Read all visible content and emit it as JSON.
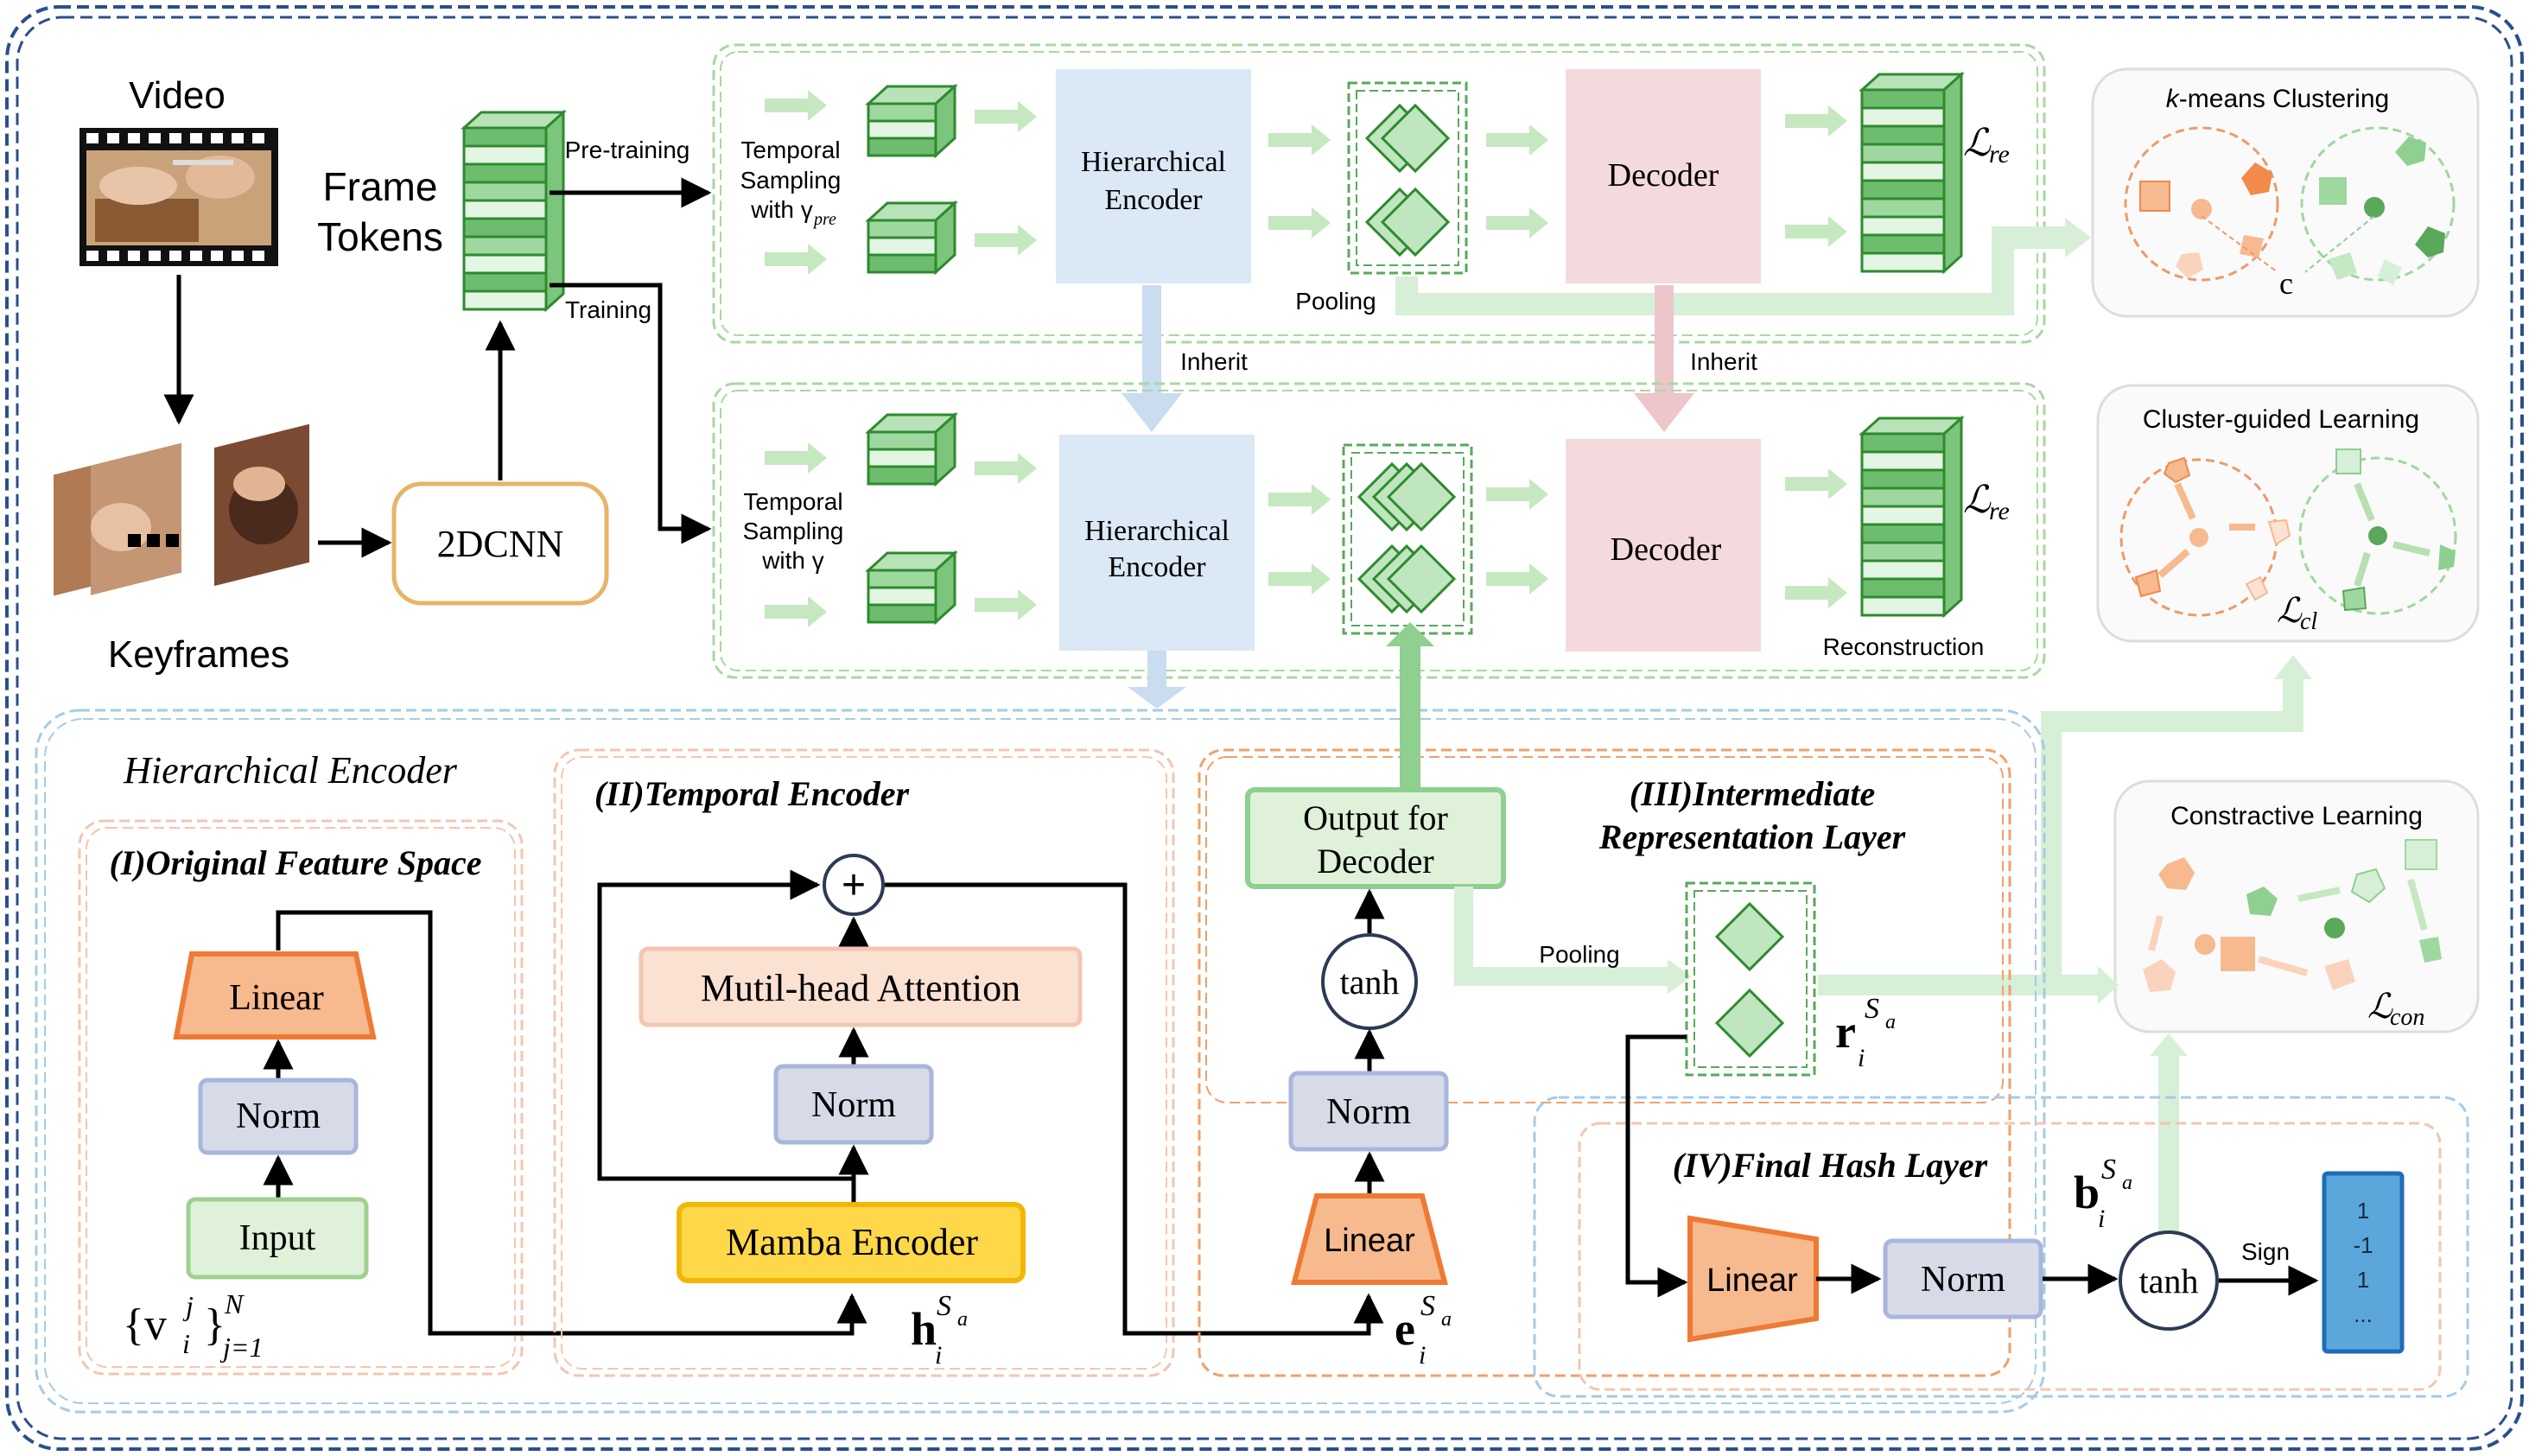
{
  "video": {
    "title": "Video",
    "keyframes_label": "Keyframes",
    "frame_tokens_line1": "Frame",
    "frame_tokens_line2": "Tokens"
  },
  "cnn": {
    "label": "2DCNN"
  },
  "arrows": {
    "pretraining": "Pre-training",
    "training": "Training",
    "inherit": "Inherit",
    "pooling": "Pooling",
    "sign": "Sign"
  },
  "pretrain_row": {
    "sampling_line1": "Temporal",
    "sampling_line2": "Sampling",
    "sampling_line3": "with γ",
    "sampling_sub": "pre",
    "encoder_line1": "Hierarchical",
    "encoder_line2": "Encoder",
    "decoder": "Decoder",
    "loss_symbol": "ℒ",
    "loss_sub": "re"
  },
  "train_row": {
    "sampling_line1": "Temporal",
    "sampling_line2": "Sampling",
    "sampling_line3": "with γ",
    "encoder_line1": "Hierarchical",
    "encoder_line2": "Encoder",
    "decoder": "Decoder",
    "reconstruction": "Reconstruction",
    "loss_symbol": "ℒ",
    "loss_sub": "re"
  },
  "right_panels": {
    "kmeans_italic": "k",
    "kmeans_rest": "-means Clustering",
    "centroid": "c",
    "cluster_guided": "Cluster-guided Learning",
    "cl_loss_sub": "cl",
    "contrastive": "Constractive Learning",
    "con_loss_sub": "con",
    "loss_symbol": "ℒ"
  },
  "hier_encoder": {
    "title": "Hierarchical Encoder",
    "section1": "(I)Original Feature Space",
    "section2": "(II)Temporal Encoder",
    "section3_line1": "(III)Intermediate",
    "section3_line2": "Representation Layer",
    "section4": "(IV)Final Hash Layer",
    "linear": "Linear",
    "norm": "Norm",
    "input": "Input",
    "plus": "+",
    "attention": "Mutil-head Attention",
    "mamba": "Mamba Encoder",
    "output_line1": "Output for",
    "output_line2": "Decoder",
    "tanh": "tanh"
  },
  "math": {
    "v_main": "{v",
    "v_sup": "j",
    "v_sub": "i",
    "v_close": "}",
    "v_range_top": "N",
    "v_range_bottom": "j=1",
    "h": "h",
    "e": "e",
    "r": "r",
    "b": "b",
    "sub_i": "i",
    "sup_S": "S",
    "sup_a": "a"
  },
  "hash_output": {
    "values": [
      "1",
      "-1",
      "1",
      "..."
    ]
  },
  "colors": {
    "frame_blue": "#2b4f8c",
    "green_dark": "#5aa85a",
    "green_mid": "#8fcf8f",
    "green_light": "#d6efd6",
    "encoder_blue": "#dbe8f5",
    "decoder_pink": "#f4dadd",
    "orange": "#ee8a50",
    "orange_fill": "#f7b98e",
    "norm_fill": "#d7dbe8",
    "norm_stroke": "#a9b6dc",
    "mamba_fill": "#ffd84a",
    "mamba_stroke": "#f2b705",
    "hash_blue": "#5ba7dc",
    "cnn_orange": "#e6b46a"
  }
}
